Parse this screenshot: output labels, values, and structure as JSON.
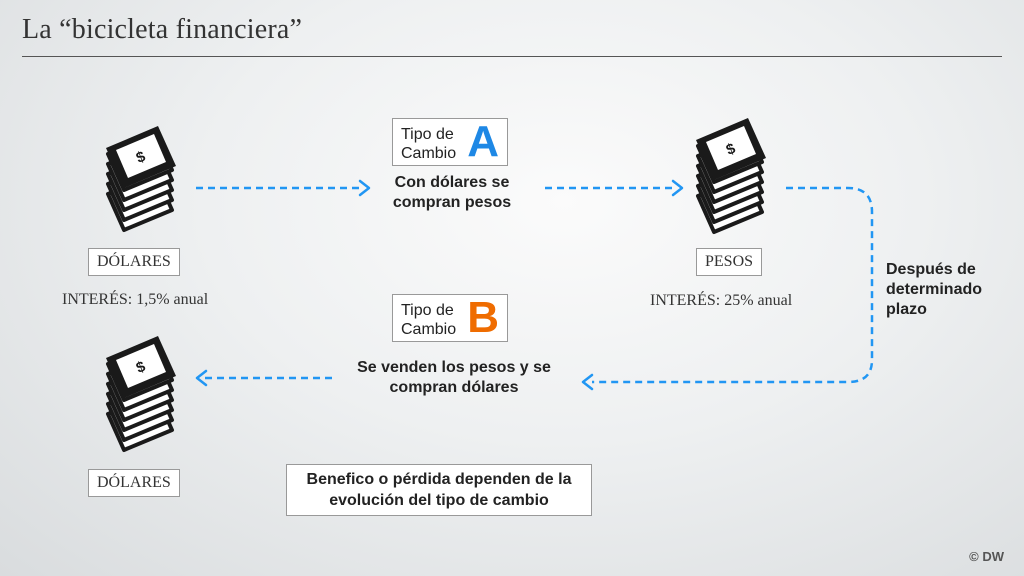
{
  "title": "La “bicicleta financiera”",
  "colors": {
    "arrow": "#2196f3",
    "letter_a": "#1e88e5",
    "letter_b": "#ef6c00"
  },
  "icons": {
    "banknote_stack": "dollar-bills-stack-icon"
  },
  "nodes": {
    "dollars_top": {
      "label": "DÓLARES",
      "interest": "INTERÉS: 1,5% anual"
    },
    "pesos": {
      "label": "PESOS",
      "interest": "INTERÉS: 25% anual"
    },
    "dollars_bottom": {
      "label": "DÓLARES"
    }
  },
  "exchange_a": {
    "label": "Tipo de\nCambio",
    "letter": "A",
    "description": "Con dólares se compran pesos"
  },
  "exchange_b": {
    "label": "Tipo de\nCambio",
    "letter": "B",
    "description": "Se venden los pesos y se compran dólares"
  },
  "side_note": "Después de determinado plazo",
  "result_note": "Benefico o pérdida dependen de la evolución del tipo de cambio",
  "credit": "© DW"
}
